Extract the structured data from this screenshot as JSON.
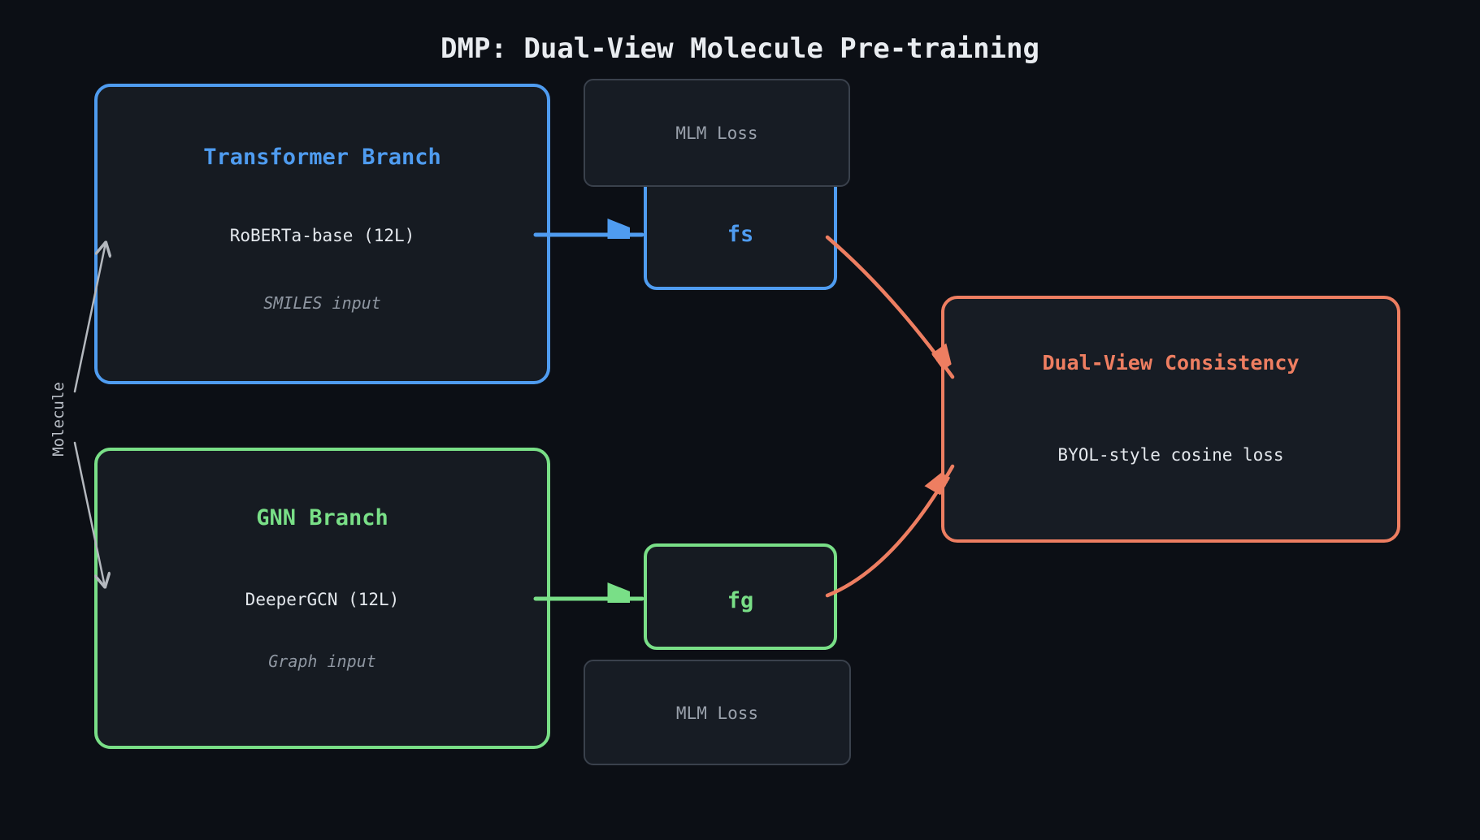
{
  "title": "DMP: Dual-View Molecule Pre-training",
  "nodes": {
    "transformer": {
      "title": "Transformer Branch",
      "model": "RoBERTa-base (12L)",
      "input": "SMILES input"
    },
    "gnn": {
      "title": "GNN Branch",
      "model": "DeeperGCN (12L)",
      "input": "Graph input"
    },
    "mlm_top": {
      "label": "MLM Loss"
    },
    "mlm_bottom": {
      "label": "MLM Loss"
    },
    "fs": {
      "label": "fs"
    },
    "fg": {
      "label": "fg"
    },
    "dual_view": {
      "title": "Dual-View Consistency",
      "subtitle": "BYOL-style cosine loss"
    }
  },
  "labels": {
    "molecule": "Molecule"
  },
  "colors": {
    "background": "#0c0f15",
    "node_fill": "#161b22",
    "blue": "#4f9cf0",
    "green": "#79df87",
    "orange": "#ee7e61",
    "white_text": "#e9ecf0",
    "gray_text": "#99a0ab",
    "muted_border": "#3a414c",
    "arrow_gray": "#b4b8be"
  }
}
